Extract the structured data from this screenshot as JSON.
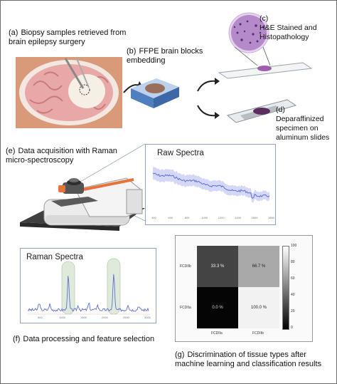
{
  "labels": {
    "a": {
      "tag": "(a)",
      "text": "Biopsy samples retrieved from brain epilepsy surgery"
    },
    "b": {
      "tag": "(b)",
      "text": "FFPE brain blocks embedding"
    },
    "c": {
      "tag": "(c)",
      "text": "H&E Stained and Histopathology"
    },
    "d": {
      "tag": "(d)",
      "text": "Deparaffinized specimen on aluminum slides"
    },
    "e": {
      "tag": "(e)",
      "text": "Data acquisition with Raman micro-spectroscopy"
    },
    "f": {
      "tag": "(f)",
      "text": "Data processing and feature selection"
    },
    "g": {
      "tag": "(g)",
      "text": "Discrimination of  tissue types after machine learning and classification results"
    }
  },
  "raw_spectra": {
    "title": "Raw Spectra",
    "ticks": [
      "400",
      "600",
      "800",
      "1000",
      "1200",
      "1400",
      "1600",
      "1800"
    ]
  },
  "raman_spectra": {
    "title": "Raman Spectra",
    "ticks": [
      "500",
      "1000",
      "1500",
      "2000",
      "2500",
      "3000"
    ]
  },
  "confusion_matrix": {
    "rows": [
      "FCDIIb",
      "FCDIIa"
    ],
    "cols": [
      "FCDIIa",
      "FCDIIb"
    ],
    "cells": [
      [
        "33.3 %",
        "66.7 %"
      ],
      [
        "0.0 %",
        "100.0 %"
      ]
    ],
    "cell_values": [
      [
        33.3,
        66.7
      ],
      [
        0.0,
        100.0
      ]
    ],
    "colorbar_ticks": [
      "100",
      "80",
      "60",
      "40",
      "20",
      "0"
    ]
  },
  "colors": {
    "spectrum_line": "#5b6fd6",
    "spectrum_band": "#c9cdf3",
    "panel_border": "#8fa3c9",
    "highlight_band": "#dfeadb",
    "stain_purple": "#7b4a9a",
    "brain_pink": "#e9a8a8"
  }
}
